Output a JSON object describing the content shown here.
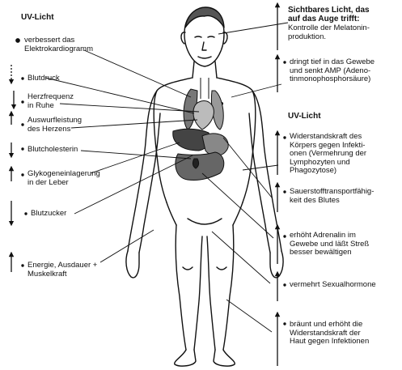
{
  "left": {
    "heading": "UV-Licht",
    "items": [
      {
        "text": "verbessert das\nElektrokardiogramm",
        "indicator": "dot"
      },
      {
        "text": "Blutdruck",
        "indicator": "arrow-down"
      },
      {
        "text": "Herzfrequenz\nin Ruhe",
        "indicator": "arrow-down"
      },
      {
        "text": "Auswurfleistung\ndes Herzens",
        "indicator": "arrow-up"
      },
      {
        "text": "Blutcholesterin",
        "indicator": "arrow-down"
      },
      {
        "text": "Glykogeneinlagerung\nin der Leber",
        "indicator": "arrow-up"
      },
      {
        "text": "Blutzucker",
        "indicator": "arrow-down"
      },
      {
        "text": "Energie, Ausdauer +\nMuskelkraft",
        "indicator": "arrow-up"
      }
    ]
  },
  "right": {
    "visible_light": {
      "heading": "Sichtbares Licht, das\nauf das Auge trifft:",
      "subtext": "Kontrolle der Melatonin-\nproduktion."
    },
    "visible_items": [
      {
        "text": "dringt tief in das Gewebe\nund senkt AMP (Adeno-\ntinmonophosphorsäure)",
        "indicator": "arrow-up"
      }
    ],
    "uv_heading": "UV-Licht",
    "items": [
      {
        "text": "Widerstandskraft des\nKörpers gegen Infekti-\nonen (Vermehrung der\nLymphozyten und\nPhagozytose)",
        "indicator": "arrow-up"
      },
      {
        "text": "Sauerstofftransportfähig-\nkeit des Blutes",
        "indicator": "arrow-up"
      },
      {
        "text": "erhöht Adrenalin im\nGewebe und läßt Streß\nbesser bewältigen",
        "indicator": "arrow-up"
      },
      {
        "text": "vermehrt Sexualhormone",
        "indicator": "arrow-up"
      },
      {
        "text": "bräunt und erhöht die\nWiderstandskraft der\nHaut gegen Infektionen",
        "indicator": "arrow-up"
      }
    ]
  }
}
